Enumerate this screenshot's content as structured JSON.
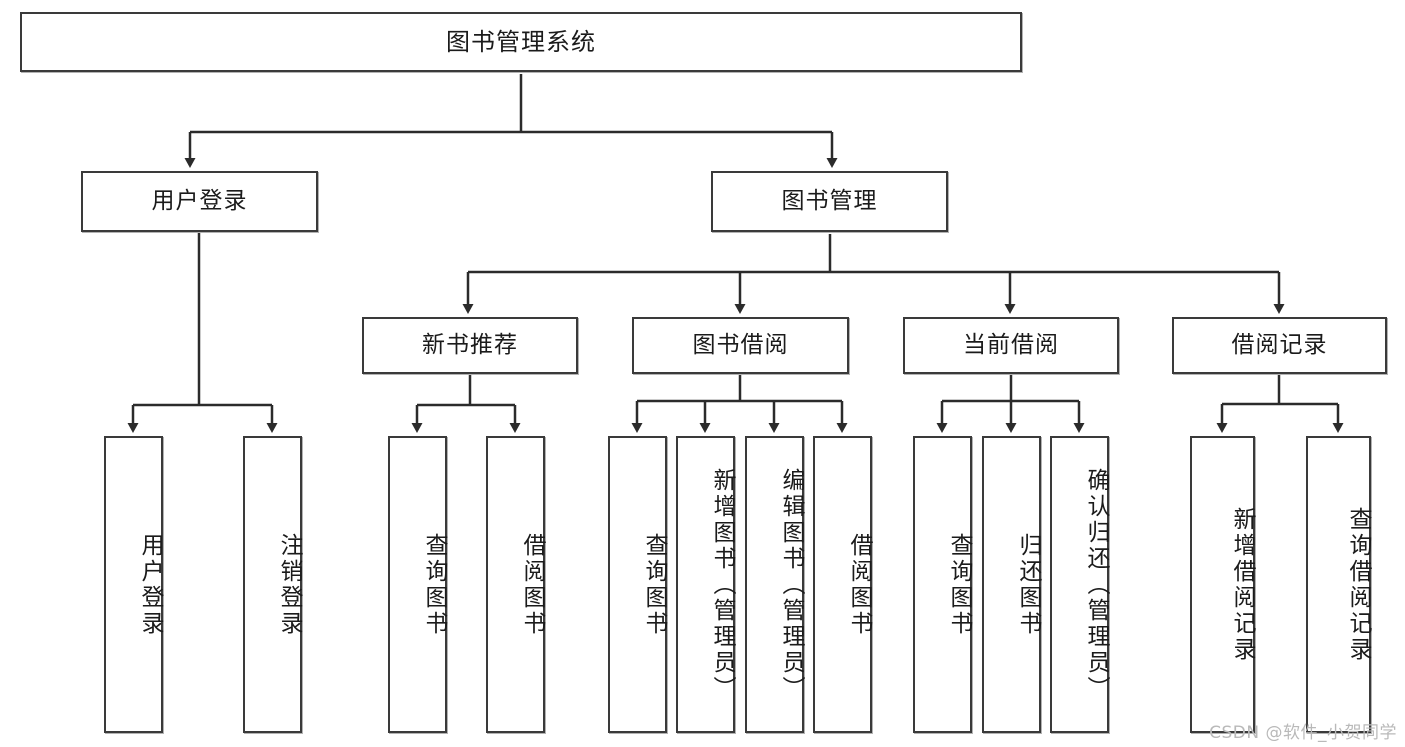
{
  "diagram": {
    "title": "图书管理系统",
    "type": "tree-hierarchy-chart",
    "root": {
      "label": "图书管理系统"
    },
    "level2": [
      {
        "label": "用户登录"
      },
      {
        "label": "图书管理"
      }
    ],
    "level3": [
      {
        "label": "新书推荐"
      },
      {
        "label": "图书借阅"
      },
      {
        "label": "当前借阅"
      },
      {
        "label": "借阅记录"
      }
    ],
    "leaves": {
      "user_login": [
        {
          "label": "用户登录"
        },
        {
          "label": "注销登录"
        }
      ],
      "new_book_recommend": [
        {
          "label": "查询图书"
        },
        {
          "label": "借阅图书"
        }
      ],
      "book_borrow": [
        {
          "label": "查询图书"
        },
        {
          "label": "新增图书（管理员）"
        },
        {
          "label": "编辑图书（管理员）"
        },
        {
          "label": "借阅图书"
        }
      ],
      "current_borrow": [
        {
          "label": "查询图书"
        },
        {
          "label": "归还图书"
        },
        {
          "label": "确认归还（管理员）"
        }
      ],
      "borrow_record": [
        {
          "label": "新增借阅记录"
        },
        {
          "label": "查询借阅记录"
        }
      ]
    }
  },
  "watermark": {
    "text": "CSDN @软件_小贺同学"
  },
  "colors": {
    "border": "#3a3a3a",
    "text": "#1b1b1b",
    "background": "#ffffff",
    "connector": "#2b2b2b",
    "watermark": "#b9b9b9"
  }
}
